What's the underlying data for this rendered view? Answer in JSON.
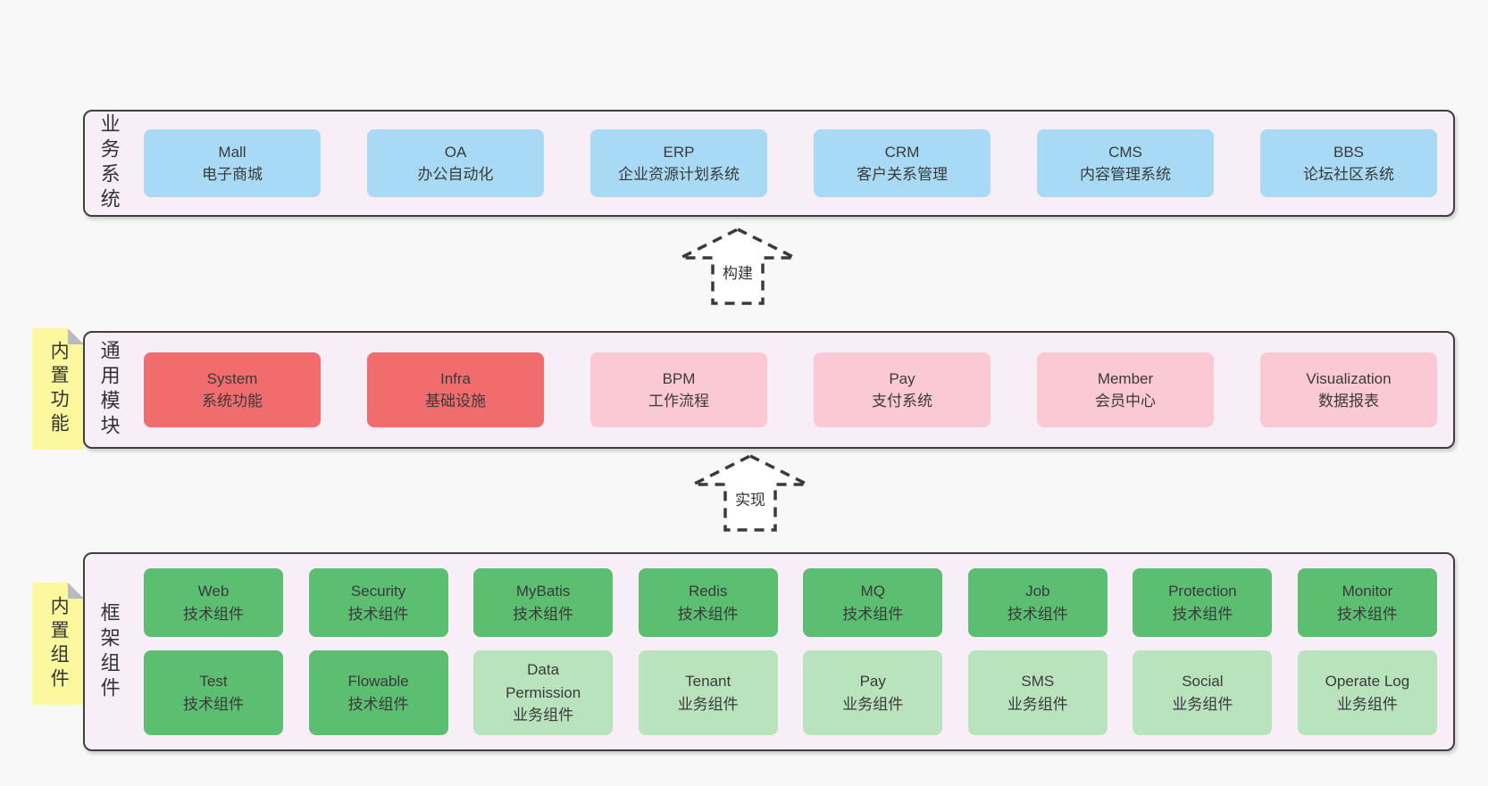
{
  "colors": {
    "page_background": "#f8f8f8",
    "layer_background": "#f8eef7",
    "layer_border": "#3f3f3f",
    "blue_box": "#a9daf5",
    "red_box": "#f16d6d",
    "pink_box": "#fbc9d3",
    "green_box": "#5cbe70",
    "light_green_box": "#b9e3bd",
    "sticky_tab": "#fbf89e",
    "sticky_fold": "#b9b9c0"
  },
  "arrows": [
    {
      "label": "构建"
    },
    {
      "label": "实现"
    }
  ],
  "layers": [
    {
      "id": "business-systems",
      "label": "业务系统",
      "boxes": [
        {
          "title": "Mall",
          "subtitle": "电子商城",
          "variant": "blue"
        },
        {
          "title": "OA",
          "subtitle": "办公自动化",
          "variant": "blue"
        },
        {
          "title": "ERP",
          "subtitle": "企业资源计划系统",
          "variant": "blue"
        },
        {
          "title": "CRM",
          "subtitle": "客户关系管理",
          "variant": "blue"
        },
        {
          "title": "CMS",
          "subtitle": "内容管理系统",
          "variant": "blue"
        },
        {
          "title": "BBS",
          "subtitle": "论坛社区系统",
          "variant": "blue"
        }
      ]
    },
    {
      "id": "common-modules",
      "label": "通用模块",
      "tab": "内置功能",
      "boxes": [
        {
          "title": "System",
          "subtitle": "系统功能",
          "variant": "red"
        },
        {
          "title": "Infra",
          "subtitle": "基础设施",
          "variant": "red"
        },
        {
          "title": "BPM",
          "subtitle": "工作流程",
          "variant": "pink"
        },
        {
          "title": "Pay",
          "subtitle": "支付系统",
          "variant": "pink"
        },
        {
          "title": "Member",
          "subtitle": "会员中心",
          "variant": "pink"
        },
        {
          "title": "Visualization",
          "subtitle": "数据报表",
          "variant": "pink"
        }
      ]
    },
    {
      "id": "framework-components",
      "label": "框架组件",
      "tab": "内置组件",
      "rows": [
        [
          {
            "title": "Web",
            "subtitle": "技术组件",
            "variant": "green"
          },
          {
            "title": "Security",
            "subtitle": "技术组件",
            "variant": "green"
          },
          {
            "title": "MyBatis",
            "subtitle": "技术组件",
            "variant": "green"
          },
          {
            "title": "Redis",
            "subtitle": "技术组件",
            "variant": "green"
          },
          {
            "title": "MQ",
            "subtitle": "技术组件",
            "variant": "green"
          },
          {
            "title": "Job",
            "subtitle": "技术组件",
            "variant": "green"
          },
          {
            "title": "Protection",
            "subtitle": "技术组件",
            "variant": "green"
          },
          {
            "title": "Monitor",
            "subtitle": "技术组件",
            "variant": "green"
          }
        ],
        [
          {
            "title": "Test",
            "subtitle": "技术组件",
            "variant": "green"
          },
          {
            "title": "Flowable",
            "subtitle": "技术组件",
            "variant": "green"
          },
          {
            "title": "Data\nPermission",
            "subtitle": "业务组件",
            "variant": "lightgreen"
          },
          {
            "title": "Tenant",
            "subtitle": "业务组件",
            "variant": "lightgreen"
          },
          {
            "title": "Pay",
            "subtitle": "业务组件",
            "variant": "lightgreen"
          },
          {
            "title": "SMS",
            "subtitle": "业务组件",
            "variant": "lightgreen"
          },
          {
            "title": "Social",
            "subtitle": "业务组件",
            "variant": "lightgreen"
          },
          {
            "title": "Operate Log",
            "subtitle": "业务组件",
            "variant": "lightgreen"
          }
        ]
      ]
    }
  ]
}
